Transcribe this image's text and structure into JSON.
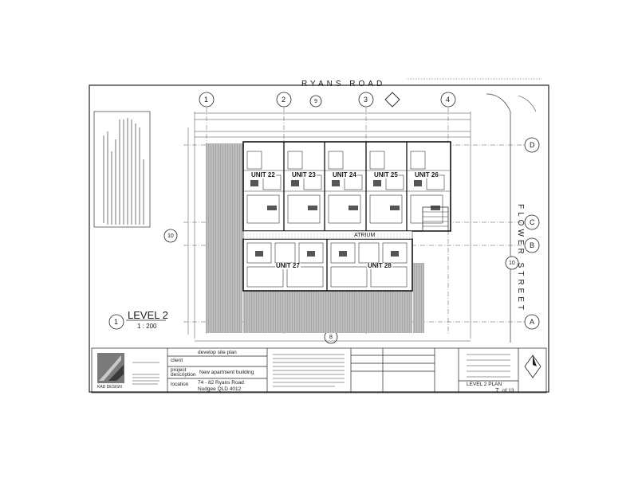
{
  "streets": {
    "top": "RYANS ROAD",
    "side": "FLOWER STREET"
  },
  "grid": {
    "columns": [
      "1",
      "2",
      "3",
      "4"
    ],
    "rows": [
      "D",
      "C",
      "B",
      "A"
    ],
    "section_marks": [
      "9",
      "10",
      "8",
      "10"
    ]
  },
  "units": [
    "UNIT 22",
    "UNIT 23",
    "UNIT 24",
    "UNIT 25",
    "UNIT 26",
    "UNIT 27",
    "UNIT 28"
  ],
  "atrium": "ATRIUM",
  "level": {
    "title": "LEVEL 2",
    "scale": "1 : 200",
    "marker": "1"
  },
  "title_block": {
    "sheet_type": "develop site plan",
    "client_label": "client",
    "project_label": "project",
    "description_label": "description",
    "description": "New apartment building",
    "location_label": "location",
    "address_line1": "74 - 82 Ryans Road",
    "address_line2": "Nudgee QLD 4012",
    "firm": "KAD DESIGN",
    "drawing_title": "LEVEL 2 PLAN",
    "sheet_number": "7",
    "sheet_of": "of 13"
  }
}
